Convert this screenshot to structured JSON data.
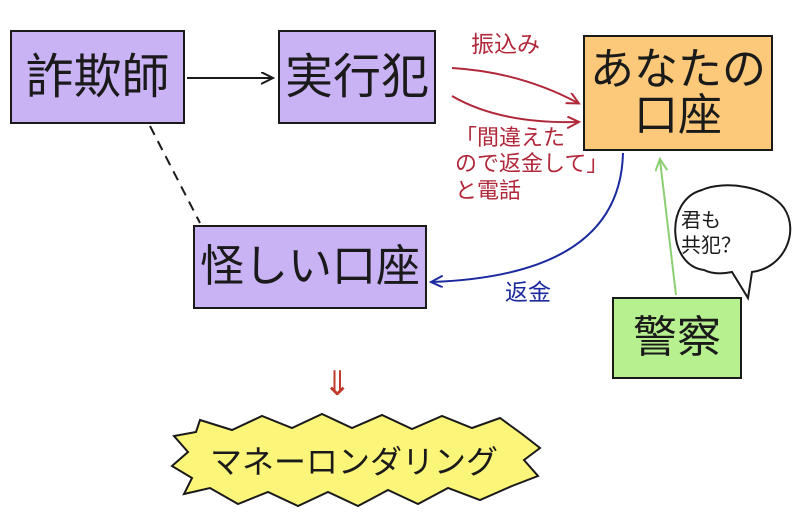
{
  "boxes": {
    "sagishi": {
      "label": "詐欺師",
      "color": "#c9b3f5"
    },
    "jikkohan": {
      "label": "実行犯",
      "color": "#c9b3f5"
    },
    "anata": {
      "line1": "あなたの",
      "line2": "口座",
      "color": "#fcc97a"
    },
    "ayashii": {
      "label": "怪しい口座",
      "color": "#c9b3f5"
    },
    "keisatsu": {
      "label": "警察",
      "color": "#b7f08f"
    }
  },
  "edges": {
    "furikomi": "振込み",
    "call": {
      "line1": "「間違えた",
      "line2": "ので返金して」",
      "line3": "と電話"
    },
    "henkin": "返金"
  },
  "bubble": {
    "line1": "君も",
    "line2": "共犯？"
  },
  "result_arrow": "⇓",
  "result": {
    "label": "マネーロンダリング",
    "color": "#fbf57a"
  },
  "colors": {
    "red_arrow": "#b0283a",
    "blue_arrow": "#1b2a9e",
    "green_arrow": "#8ccf73",
    "ink": "#1a1a1a"
  }
}
